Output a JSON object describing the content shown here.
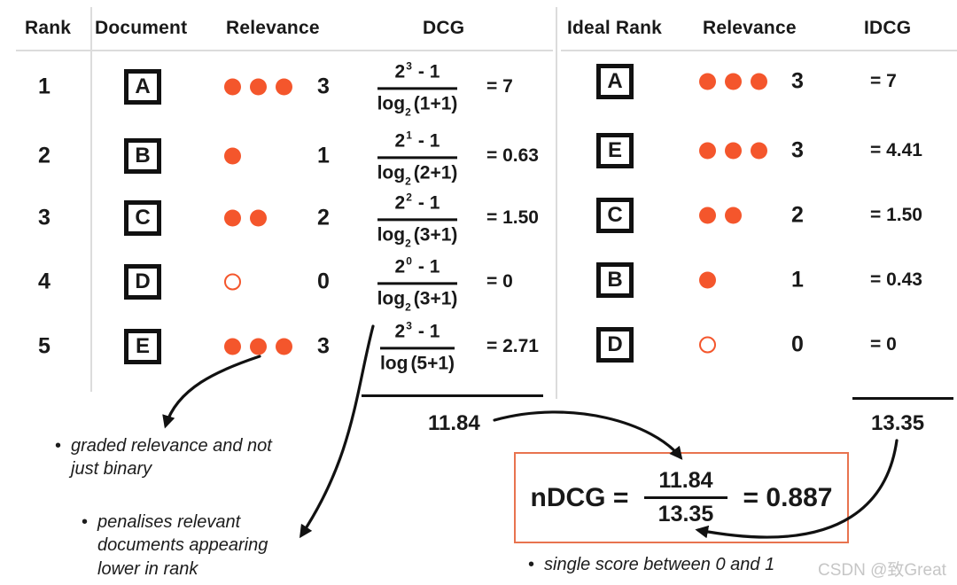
{
  "colors": {
    "accent": "#F4562C",
    "ndcg_box_border": "#E8734F",
    "text": "#191919",
    "grid": "#DCDCDC",
    "watermark": "#C6C6C6"
  },
  "left_table": {
    "headers": {
      "rank": "Rank",
      "document": "Document",
      "relevance": "Relevance",
      "dcg": "DCG"
    },
    "rows": [
      {
        "rank": "1",
        "doc": "A",
        "dots": 3,
        "rel": "3",
        "num_base": "2",
        "num_exp": "3",
        "num_tail": "- 1",
        "den_log": "log",
        "den_sub": "2",
        "den_arg": "(1+1)",
        "result": "= 7"
      },
      {
        "rank": "2",
        "doc": "B",
        "dots": 1,
        "rel": "1",
        "num_base": "2",
        "num_exp": "1",
        "num_tail": "- 1",
        "den_log": "log",
        "den_sub": "2",
        "den_arg": "(2+1)",
        "result": "= 0.63"
      },
      {
        "rank": "3",
        "doc": "C",
        "dots": 2,
        "rel": "2",
        "num_base": "2",
        "num_exp": "2",
        "num_tail": "- 1",
        "den_log": "log",
        "den_sub": "2",
        "den_arg": "(3+1)",
        "result": "= 1.50"
      },
      {
        "rank": "4",
        "doc": "D",
        "dots": 0,
        "rel": "0",
        "num_base": "2",
        "num_exp": "0",
        "num_tail": "- 1",
        "den_log": "log",
        "den_sub": "2",
        "den_arg": "(3+1)",
        "result": "= 0"
      },
      {
        "rank": "5",
        "doc": "E",
        "dots": 3,
        "rel": "3",
        "num_base": "2",
        "num_exp": "3",
        "num_tail": "- 1",
        "den_log": "log",
        "den_sub": "",
        "den_arg": "(5+1)",
        "result": "= 2.71"
      }
    ],
    "sum": "11.84"
  },
  "right_table": {
    "headers": {
      "ideal_rank": "Ideal Rank",
      "relevance": "Relevance",
      "idcg": "IDCG"
    },
    "rows": [
      {
        "doc": "A",
        "dots": 3,
        "rel": "3",
        "result": "= 7"
      },
      {
        "doc": "E",
        "dots": 3,
        "rel": "3",
        "result": "= 4.41"
      },
      {
        "doc": "C",
        "dots": 2,
        "rel": "2",
        "result": "= 1.50"
      },
      {
        "doc": "B",
        "dots": 1,
        "rel": "1",
        "result": "= 0.43"
      },
      {
        "doc": "D",
        "dots": 0,
        "rel": "0",
        "result": "= 0"
      }
    ],
    "sum": "13.35"
  },
  "ndcg": {
    "label": "nDCG =",
    "numerator": "11.84",
    "denominator": "13.35",
    "result": "= 0.887"
  },
  "notes": {
    "graded": "graded relevance and not just binary",
    "penalises": "penalises relevant documents appearing lower in rank",
    "single_score": "single score between 0 and 1"
  },
  "watermark": "CSDN @致Great"
}
